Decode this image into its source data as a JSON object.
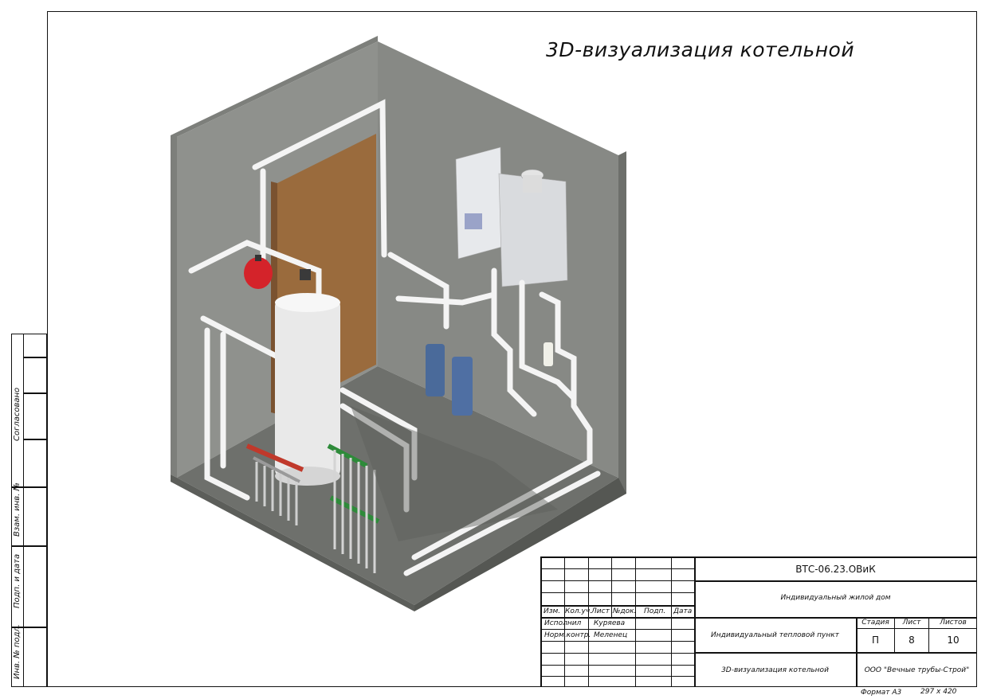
{
  "drawing": {
    "title": "3D-визуализация котельной"
  },
  "side_stamp": {
    "agreed": "Согласовано",
    "swap_inv": "Взам. инв. №",
    "sign_date": "Подп. и дата",
    "inv_orig": "Инв. № подл."
  },
  "stamp": {
    "code": "ВТС-06.23.ОВиК",
    "object": "Индивидуальный жилой дом",
    "headers": {
      "izm": "Изм.",
      "kol_uch": "Кол.уч.",
      "list": "Лист",
      "ndok": "№док.",
      "podp": "Подп.",
      "data": "Дата"
    },
    "people": [
      {
        "role": "Исполнил",
        "name": "Куряева"
      },
      {
        "role": "Норм.контр.",
        "name": "Меленец"
      }
    ],
    "section_title": "Индивидуальный тепловой пункт",
    "sheet_title": "3D-визуализация котельной",
    "stage_label": "Стадия",
    "sheet_label": "Лист",
    "sheets_label": "Листов",
    "stage": "П",
    "sheet": "8",
    "sheets": "10",
    "company": "ООО \"Вечные трубы-Строй\""
  },
  "footer": {
    "format_label": "Формат А3",
    "format_size": "297 х 420"
  },
  "colors": {
    "wall": "#8c8e8a",
    "floor": "#6f716d",
    "pipe": "#f2f2f2",
    "door": "#9a6b3d",
    "tank": "#e8e8e8",
    "expansion_vessel": "#d4232a",
    "filter": "#4a6a9a",
    "manifold_red": "#c0392b",
    "manifold_green": "#2e8b3a"
  }
}
